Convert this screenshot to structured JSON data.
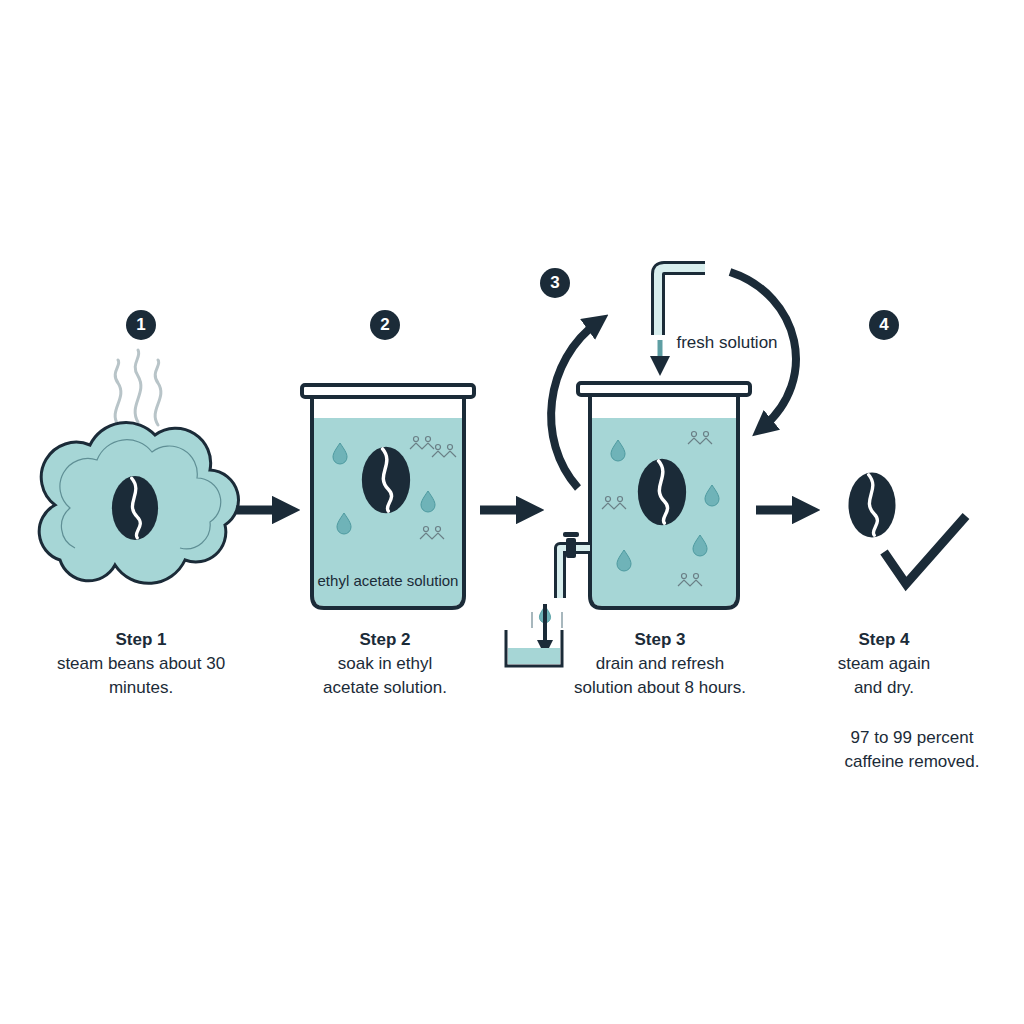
{
  "diagram": {
    "nodes": [
      {
        "text": [
          "1"
        ]
      },
      {
        "text": [
          "2"
        ]
      },
      {
        "text": [
          "ethyl acetate solution"
        ]
      },
      {
        "text": [
          "3"
        ]
      },
      {
        "text": [
          "4"
        ]
      }
    ],
    "labels": [
      "fresh solution",
      "Step 1",
      "steam beans about 30 minutes.",
      "Step 2",
      "soak in ethyl acetate solution.",
      "Step 3",
      "drain and refresh solution about 8 hours.",
      "Step 4",
      "steam again and dry.",
      "97 to 99 percent caffeine removed."
    ]
  }
}
